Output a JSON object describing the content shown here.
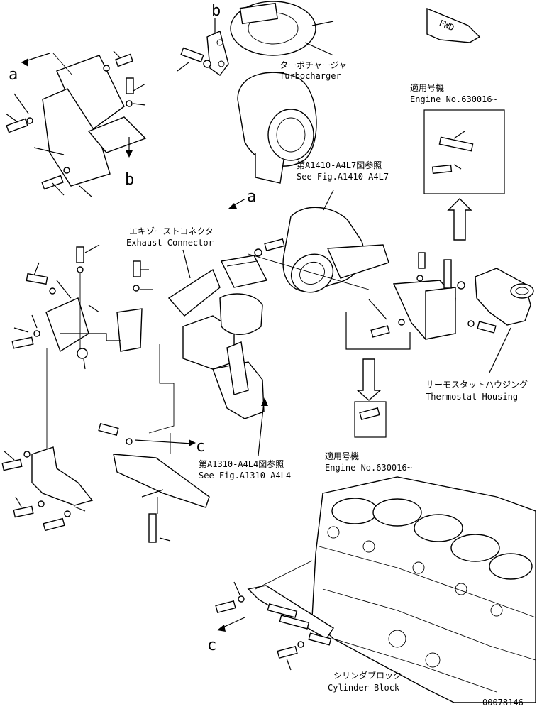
{
  "turbocharger": {
    "jp": "ターボチャージャ",
    "en": "Turbocharger"
  },
  "engine_top": {
    "jp": "適用号機",
    "en": "Engine No.630016~"
  },
  "ref_top": {
    "jp": "第A1410-A4L7図参照",
    "en": "See Fig.A1410-A4L7"
  },
  "exhaust": {
    "jp": "エキゾーストコネクタ",
    "en": "Exhaust Connector"
  },
  "thermostat": {
    "jp": "サーモスタットハウジング",
    "en": "Thermostat Housing"
  },
  "engine_mid": {
    "jp": "適用号機",
    "en": "Engine No.630016~"
  },
  "ref_mid": {
    "jp": "第A1310-A4L4図参照",
    "en": "See Fig.A1310-A4L4"
  },
  "cylinder": {
    "jp": "シリンダブロック",
    "en": "Cylinder Block"
  },
  "fwd": "FWD",
  "refs": {
    "a1": "a",
    "a2": "a",
    "b1": "b",
    "b2": "b",
    "c1": "c",
    "c2": "c"
  },
  "drawing_no": "00078146"
}
